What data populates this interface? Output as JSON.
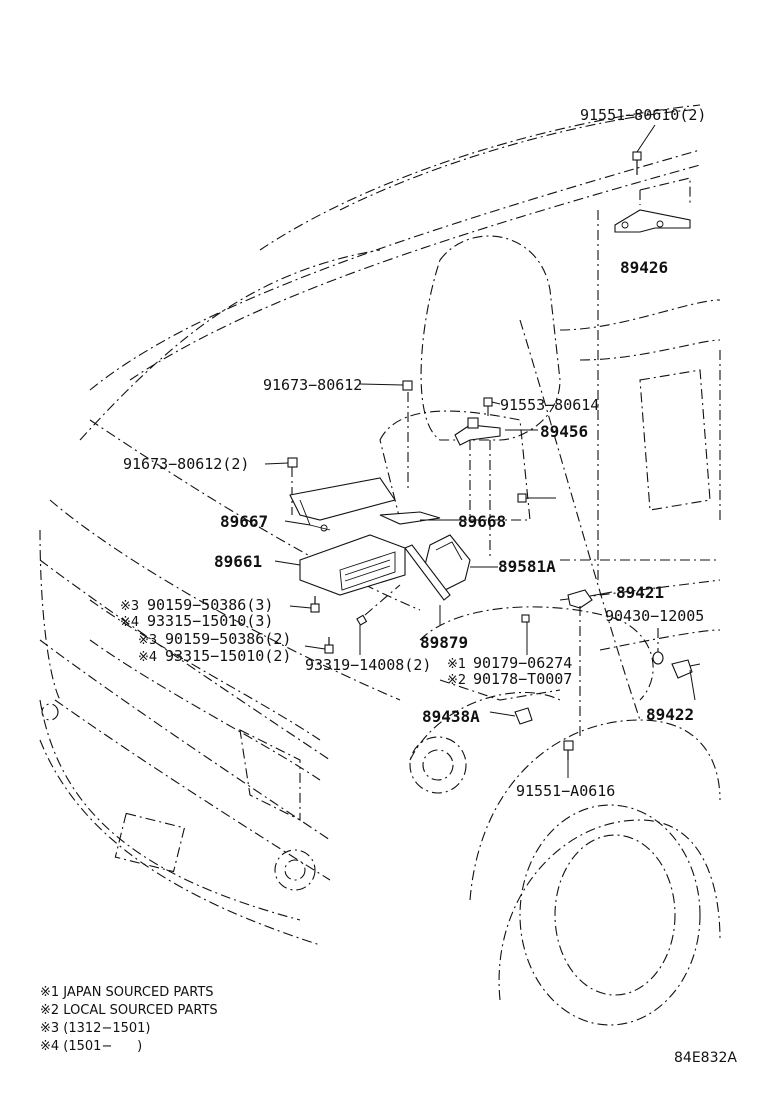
{
  "diagram": {
    "code": "84E832A",
    "labels": {
      "p91551_80610": "91551−80610(2)",
      "p89426": "89426",
      "p91673_80612": "91673−80612",
      "p91553_80614": "91553−80614",
      "p89456": "89456",
      "p91673_80612_2": "91673−80612(2)",
      "p89667": "89667",
      "p89668": "89668",
      "p89661": "89661",
      "p89581A": "89581A",
      "p89421": "89421",
      "p90430_12005": "90430−12005",
      "p90159_50386_3": "90159−50386(3)",
      "p93315_15010_3": "93315−15010(3)",
      "p89879": "89879",
      "p90159_50386_2": "90159−50386(2)",
      "p93315_15010_2": "93315−15010(2)",
      "p93319_14008": "93319−14008(2)",
      "p90179_06274": "90179−06274",
      "p90178_T0007": "90178−T0007",
      "p89438A": "89438A",
      "p89422": "89422",
      "p91551_A0616": "91551−A0616",
      "m3a": "※3",
      "m4a": "※4",
      "m3b": "※3",
      "m4b": "※4",
      "m1": "※1",
      "m2": "※2"
    },
    "notes": [
      "※1 JAPAN SOURCED PARTS",
      "※2 LOCAL SOURCED PARTS",
      "※3 (1312−1501)",
      "※4 (1501−      )"
    ]
  }
}
